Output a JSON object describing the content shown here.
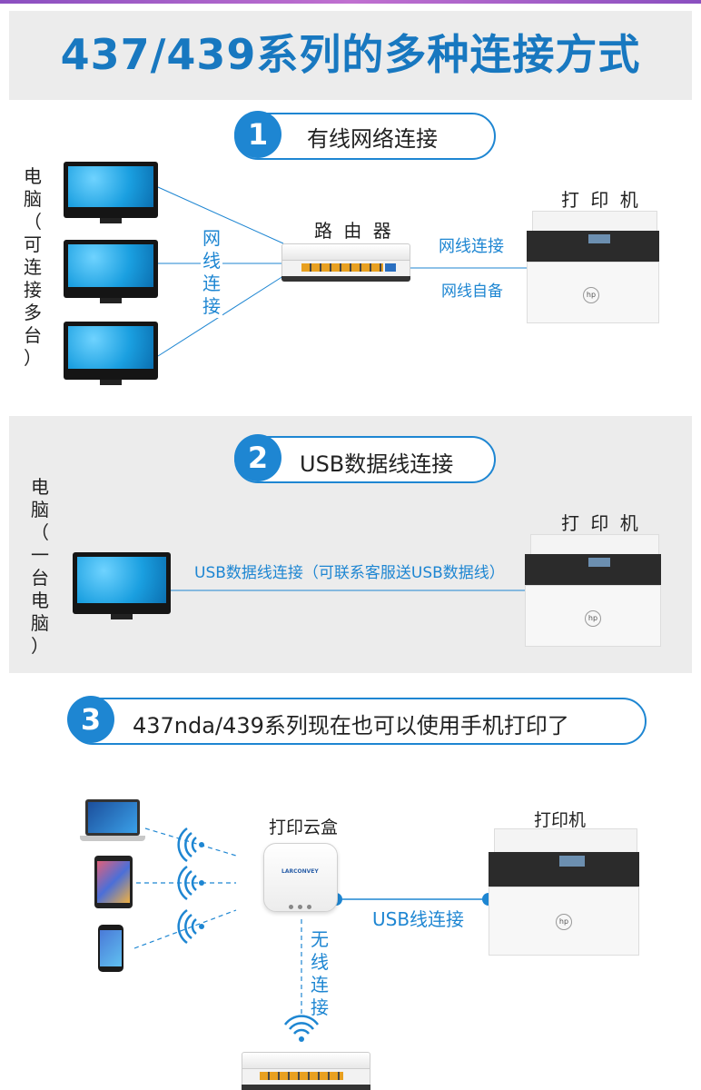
{
  "header": {
    "title": "437/439系列的多种连接方式"
  },
  "section1": {
    "num": "1",
    "title": "有线网络连接",
    "computers_vlabel": [
      "电",
      "脑",
      "（",
      "可",
      "连",
      "接",
      "多",
      "台",
      "）"
    ],
    "cable_vlabel": [
      "网",
      "线",
      "连",
      "接"
    ],
    "router_label": "路 由 器",
    "printer_label": "打 印 机",
    "link_label": "网线连接",
    "cable_note": "网线自备"
  },
  "section2": {
    "num": "2",
    "title": "USB数据线连接",
    "computer_vlabel": [
      "电",
      "脑",
      "（",
      "一",
      "台",
      "电",
      "脑",
      "）"
    ],
    "printer_label": "打 印 机",
    "link_label": "USB数据线连接（可联系客服送USB数据线）"
  },
  "section3": {
    "num": "3",
    "title": "437nda/439系列现在也可以使用手机打印了",
    "cloudbox_label": "打印云盒",
    "cloudbox_brand": "LARCONVEY",
    "printer_label": "打印机",
    "usb_label": "USB线连接",
    "wireless_vlabel": [
      "无",
      "线",
      "连",
      "接"
    ]
  },
  "printer_brand": "hp",
  "colors": {
    "accent": "#1e86d2",
    "title": "#1878c0",
    "panel": "#ececec",
    "router_port": "#e8a020"
  }
}
